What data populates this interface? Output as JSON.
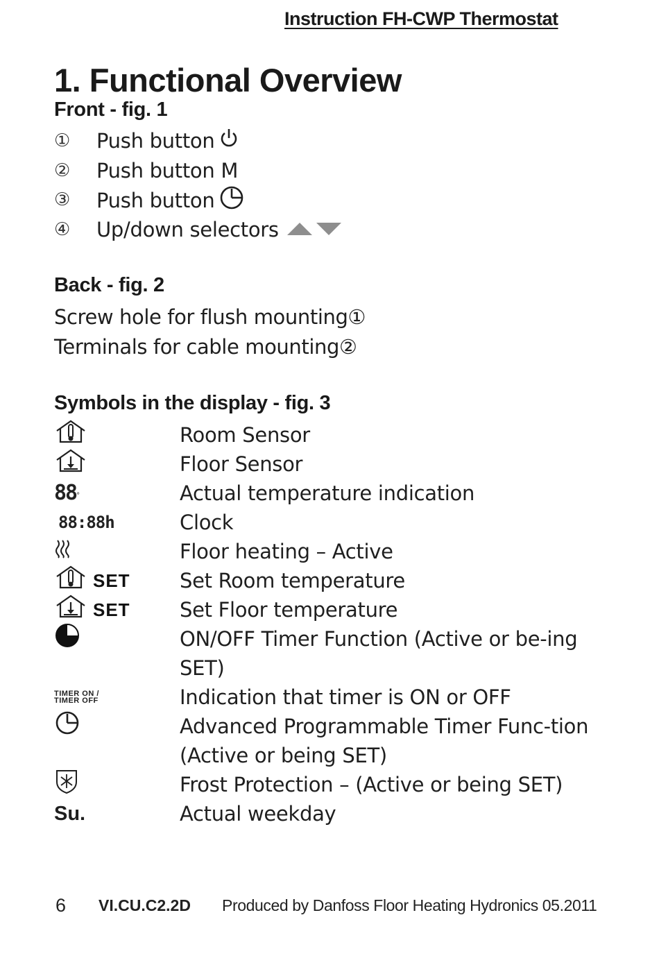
{
  "header": {
    "title": "Instruction FH-CWP Thermostat"
  },
  "section_title": "1. Functional Overview",
  "front": {
    "heading": "Front - fig. 1",
    "items": [
      {
        "num": "①",
        "text": "Push button",
        "icon": "power-icon"
      },
      {
        "num": "②",
        "text": "Push button M",
        "icon": ""
      },
      {
        "num": "③",
        "text": "Push button",
        "icon": "clock-icon"
      },
      {
        "num": "④",
        "text": "Up/down selectors",
        "icon": "up-down-arrows-icon"
      }
    ]
  },
  "back": {
    "heading": "Back - fig. 2",
    "items": [
      {
        "text": "Screw hole for flush mounting",
        "num": "①"
      },
      {
        "text": "Terminals for cable mounting",
        "num": "②"
      }
    ]
  },
  "symbols": {
    "heading": "Symbols in the display - fig. 3",
    "items": [
      {
        "icon": "room-sensor-icon",
        "label": "",
        "desc": "Room Sensor"
      },
      {
        "icon": "floor-sensor-icon",
        "label": "",
        "desc": "Floor Sensor"
      },
      {
        "icon": "temperature-digits-icon",
        "label": "88",
        "desc": "Actual temperature indication"
      },
      {
        "icon": "clock-digits-icon",
        "label": "88:88h",
        "desc": "Clock"
      },
      {
        "icon": "heating-waves-icon",
        "label": "",
        "desc": "Floor heating – Active"
      },
      {
        "icon": "room-sensor-icon",
        "label": "SET",
        "desc": "Set Room temperature"
      },
      {
        "icon": "floor-sensor-icon",
        "label": "SET",
        "desc": "Set Floor temperature"
      },
      {
        "icon": "timer-pie-icon",
        "label": "",
        "desc": "ON/OFF Timer Function (Active or be-ing SET)"
      },
      {
        "icon": "timer-on-off-icon",
        "label": "TIMER ON / TIMER OFF",
        "desc": "Indication that timer is ON or OFF"
      },
      {
        "icon": "clock-icon",
        "label": "",
        "desc": "Advanced Programmable Timer Func-tion (Active or being SET)"
      },
      {
        "icon": "frost-shield-icon",
        "label": "",
        "desc": "Frost Protection – (Active or being SET)"
      },
      {
        "icon": "",
        "label": "Su.",
        "desc": "Actual weekday"
      }
    ]
  },
  "footer": {
    "page": "6",
    "code": "VI.CU.C2.2D",
    "producer": "Produced by Danfoss Floor Heating Hydronics 05.2011"
  }
}
